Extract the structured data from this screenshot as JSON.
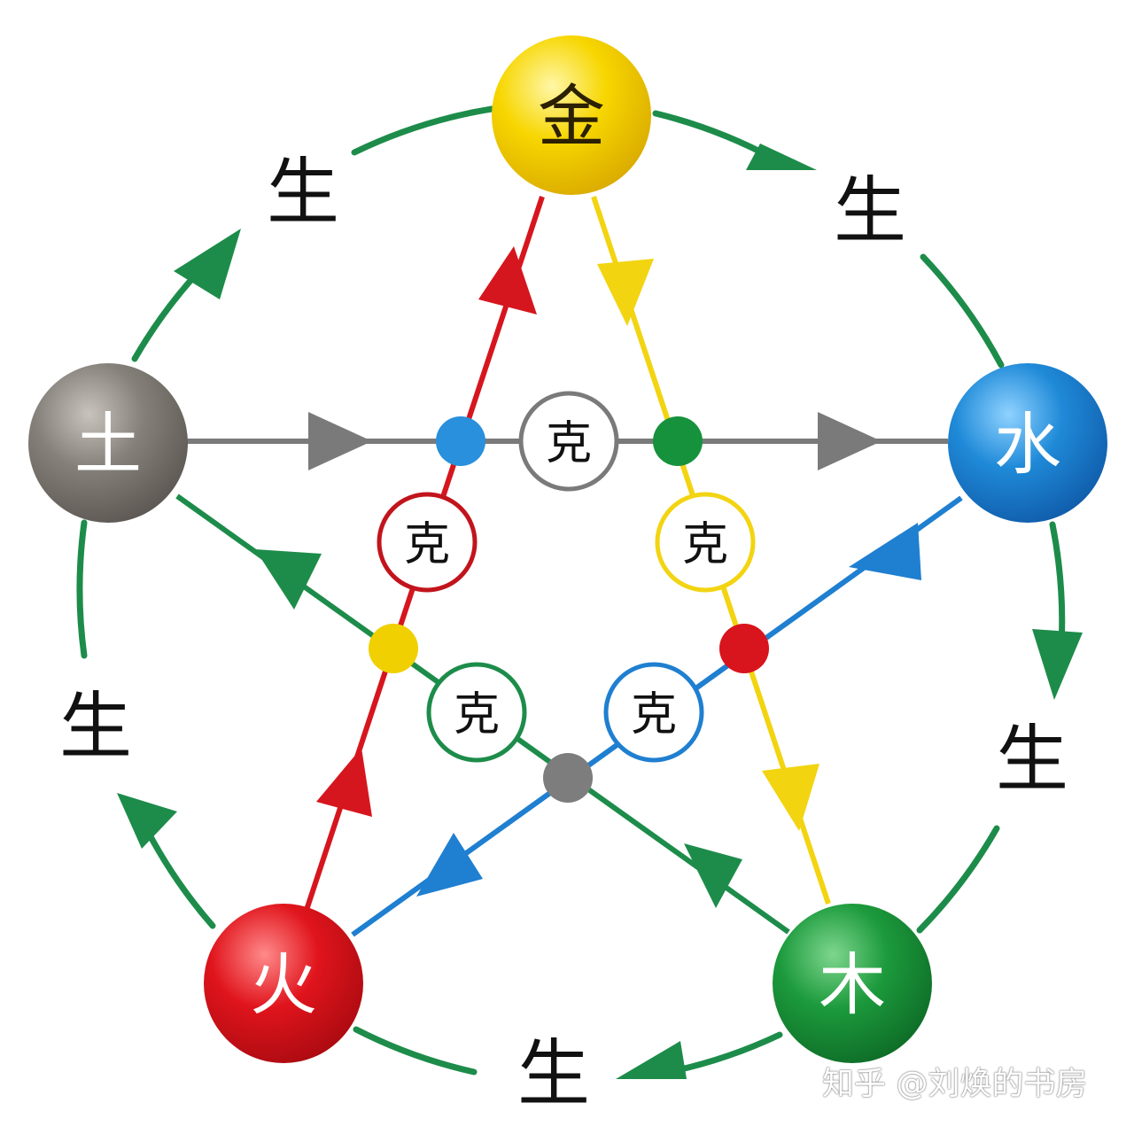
{
  "elements": [
    {
      "key": "metal",
      "label": "金",
      "color": "#f5d400"
    },
    {
      "key": "water",
      "label": "水",
      "color": "#1f8ad8"
    },
    {
      "key": "wood",
      "label": "木",
      "color": "#1c9a3c"
    },
    {
      "key": "fire",
      "label": "火",
      "color": "#e0141c"
    },
    {
      "key": "earth",
      "label": "土",
      "color": "#85807a"
    }
  ],
  "generating": {
    "label": "生",
    "color": "#1d8c4a",
    "arrows": [
      "金 → 水",
      "水 → 木",
      "木 → 火",
      "火 → 土",
      "土 → 金"
    ]
  },
  "controlling": {
    "label": "克",
    "arrows": [
      {
        "from": "金",
        "to": "木",
        "color": "#f2d411"
      },
      {
        "from": "水",
        "to": "火",
        "color": "#1f7fd0"
      },
      {
        "from": "木",
        "to": "土",
        "color": "#1d8c4a"
      },
      {
        "from": "火",
        "to": "金",
        "color": "#d6161e"
      },
      {
        "from": "土",
        "to": "水",
        "color": "#7a7a7a"
      }
    ]
  },
  "watermark": "知乎 @刘焕的书房"
}
